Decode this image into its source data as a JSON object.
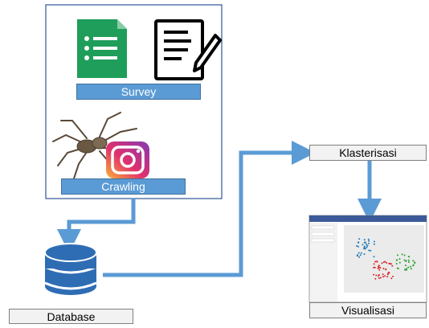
{
  "labels": {
    "survey": "Survey",
    "crawling": "Crawling",
    "database": "Database",
    "klasterisasi": "Klasterisasi",
    "visualisasi": "Visualisasi"
  },
  "icons": {
    "forms": "google-forms-icon",
    "document": "document-pen-icon",
    "spider": "spider-icon",
    "instagram": "instagram-icon",
    "database": "database-icon",
    "screenshot": "scatter-plot-screenshot"
  },
  "colors": {
    "arrow": "#5b9bd5",
    "label_fill": "#5b9bd5",
    "box_border": "#2f5597",
    "cluster_blue": "#1f77b4",
    "cluster_red": "#d62728",
    "cluster_green": "#2ca02c"
  }
}
